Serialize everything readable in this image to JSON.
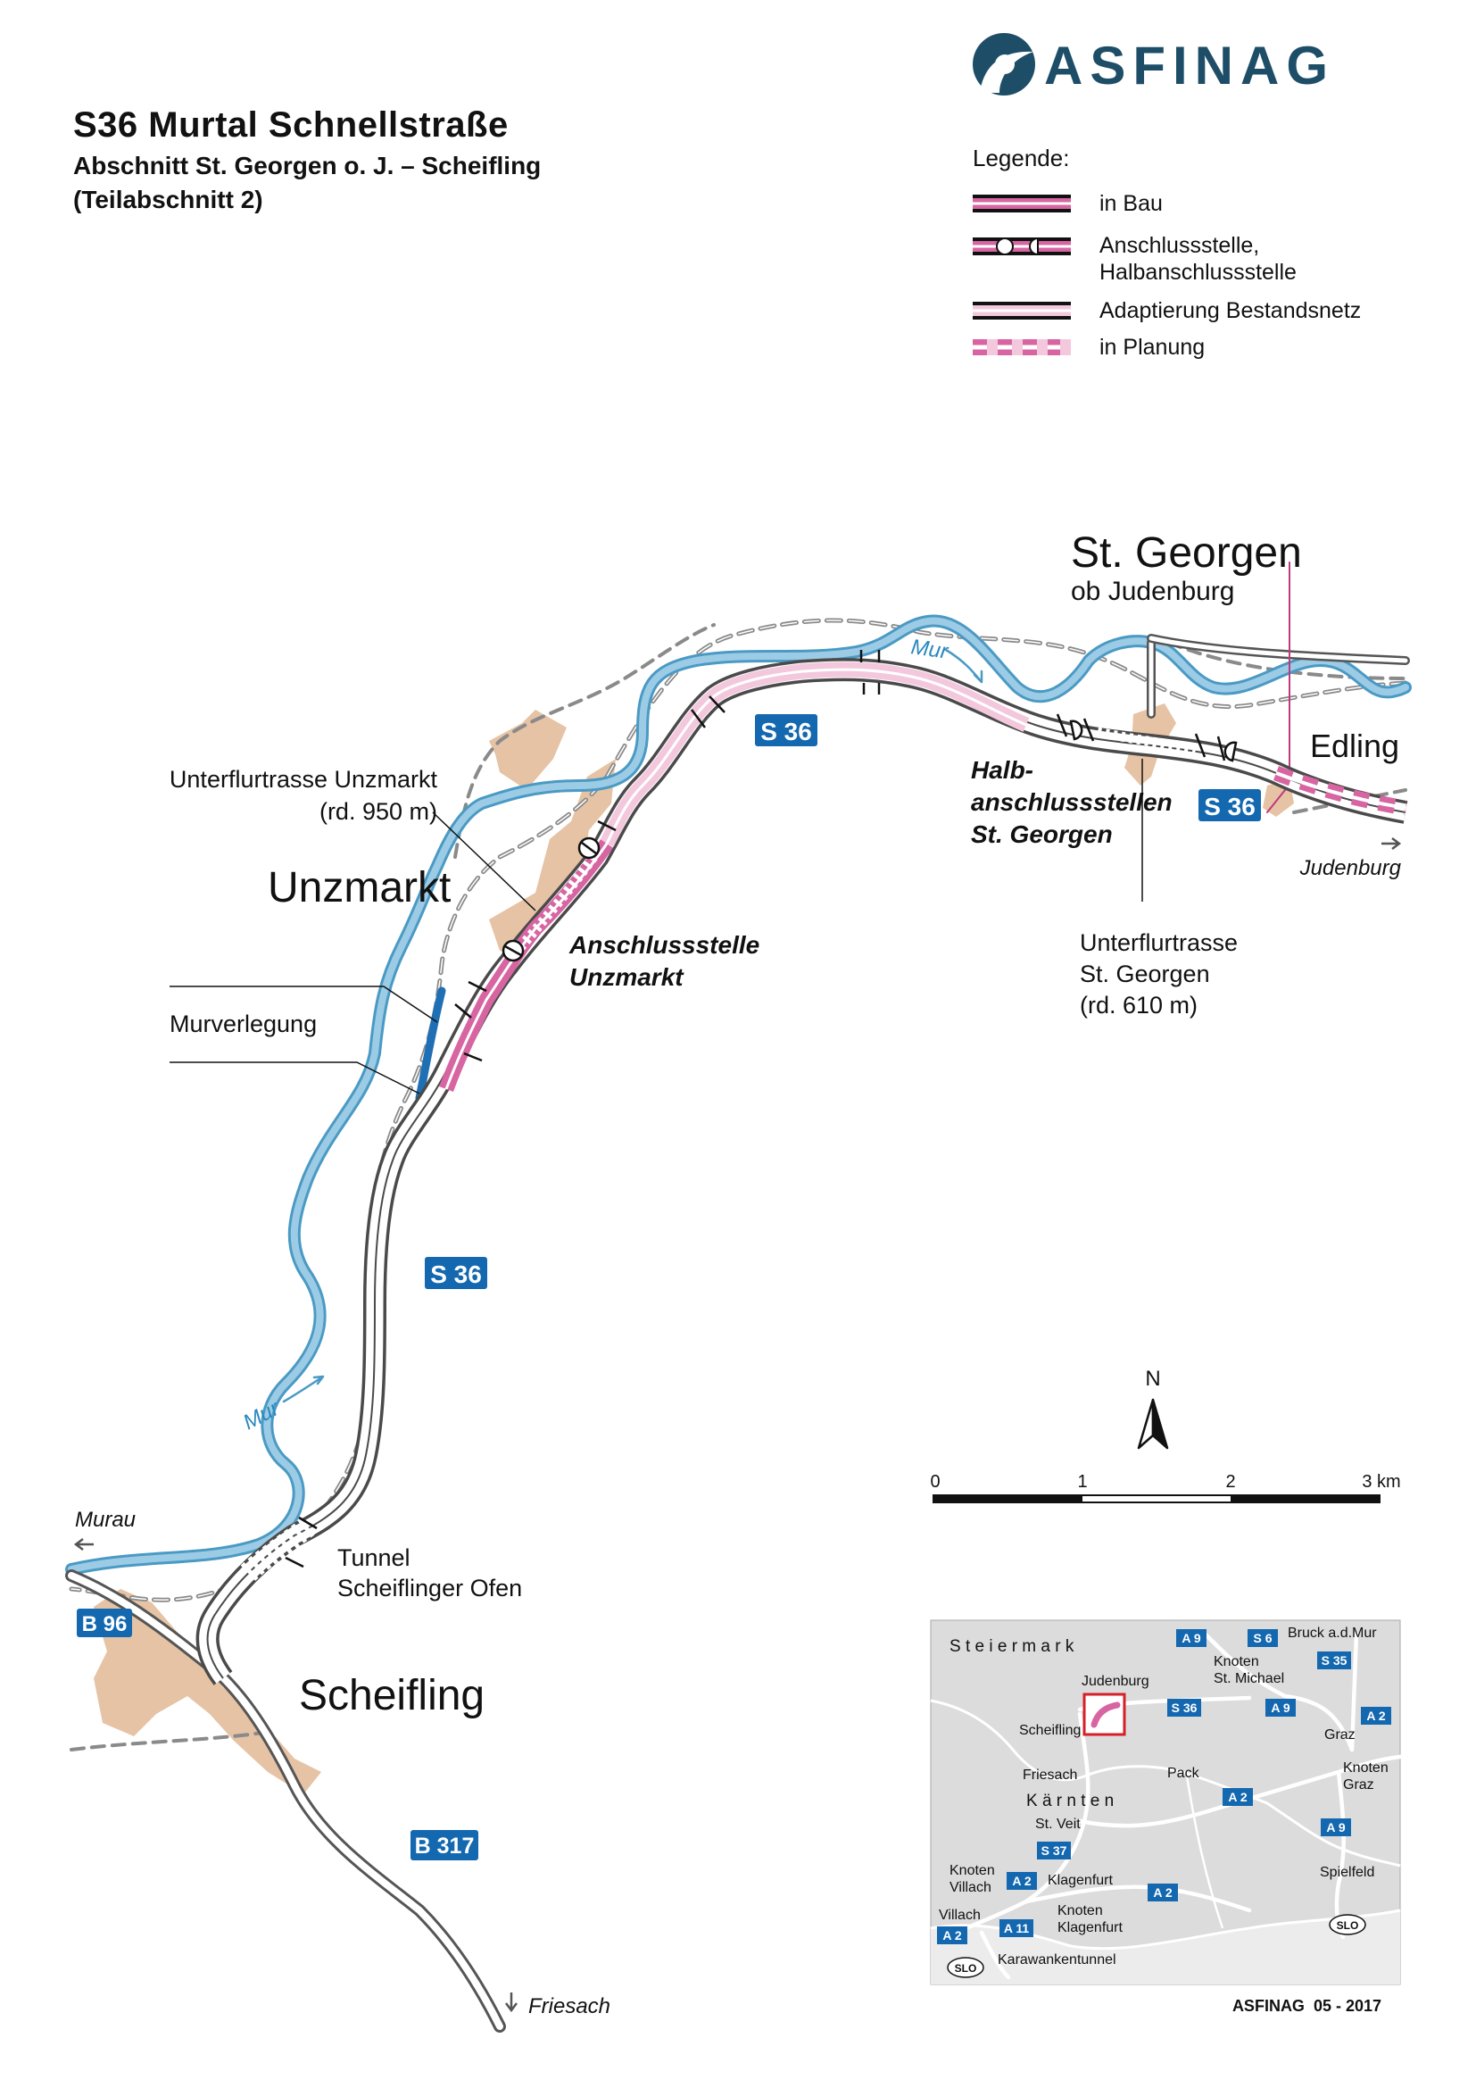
{
  "header": {
    "title": "S36 Murtal Schnellstraße",
    "subtitle_1": "Abschnitt St. Georgen o. J. – Scheifling",
    "subtitle_2": "(Teilabschnitt 2)"
  },
  "logo": {
    "text": "ASFINAG",
    "icon": "asfinag-wave-icon"
  },
  "legend": {
    "title": "Legende:",
    "items": [
      {
        "label": "in Bau"
      },
      {
        "label": "Anschlussstelle,",
        "label2": "Halbanschlussstelle"
      },
      {
        "label": "Adaptierung Bestandsnetz"
      },
      {
        "label": "in Planung"
      }
    ]
  },
  "places": {
    "st_georgen": "St. Georgen",
    "ob_judenburg": "ob Judenburg",
    "edling": "Edling",
    "unzmarkt": "Unzmarkt",
    "scheifling": "Scheifling",
    "judenburg": "Judenburg",
    "murau": "Murau",
    "friesach": "Friesach"
  },
  "labels": {
    "unterflur_unzmarkt_1": "Unterflurtrasse Unzmarkt",
    "unterflur_unzmarkt_2": "(rd. 950 m)",
    "halb_1": "Halb-",
    "halb_2": "anschlussstellen",
    "halb_3": "St. Georgen",
    "as_unzmarkt_1": "Anschlussstelle",
    "as_unzmarkt_2": "Unzmarkt",
    "unterflur_stg_1": "Unterflurtrasse",
    "unterflur_stg_2": "St. Georgen",
    "unterflur_stg_3": "(rd. 610 m)",
    "murverlegung": "Murverlegung",
    "tunnel_1": "Tunnel",
    "tunnel_2": "Scheiflinger Ofen",
    "mur": "Mur"
  },
  "road_badges": {
    "s36": "S 36",
    "b96": "B 96",
    "b317": "B 317"
  },
  "north": "N",
  "scale": {
    "ticks": [
      "0",
      "1",
      "2",
      "3 km"
    ]
  },
  "inset": {
    "region_steiermark": "S t e i e r m a r k",
    "region_kaernten": "K ä r n t e n",
    "places": {
      "bruck": "Bruck a.d.Mur",
      "knoten_stm_1": "Knoten",
      "knoten_stm_2": "St. Michael",
      "judenburg": "Judenburg",
      "scheifling": "Scheifling",
      "graz": "Graz",
      "friesach": "Friesach",
      "pack": "Pack",
      "knoten_graz_1": "Knoten",
      "knoten_graz_2": "Graz",
      "st_veit": "St. Veit",
      "knoten_villach_1": "Knoten",
      "knoten_villach_2": "Villach",
      "klagenfurt": "Klagenfurt",
      "spielfeld": "Spielfeld",
      "villach": "Villach",
      "knoten_kla_1": "Knoten",
      "knoten_kla_2": "Klagenfurt",
      "karawanken": "Karawankentunnel",
      "slo": "SLO"
    },
    "badges": {
      "a9": "A 9",
      "s6": "S 6",
      "s35": "S 35",
      "s36": "S 36",
      "a2": "A 2",
      "s37": "S 37",
      "a11": "A 11"
    }
  },
  "footer": "ASFINAG  05 - 2017",
  "colors": {
    "river": "#9ccbe6",
    "river_edge": "#4a9ac4",
    "river_new": "#1f6fb4",
    "road_edge": "#555555",
    "in_bau": "#d765a2",
    "adaptierung": "#f3c8dd",
    "settlement": "#e6c3a5",
    "badge": "#1468b0",
    "logo": "#1e4e67",
    "inset_bg": "#dcdcdc",
    "inset_frame": "#d61f26"
  }
}
